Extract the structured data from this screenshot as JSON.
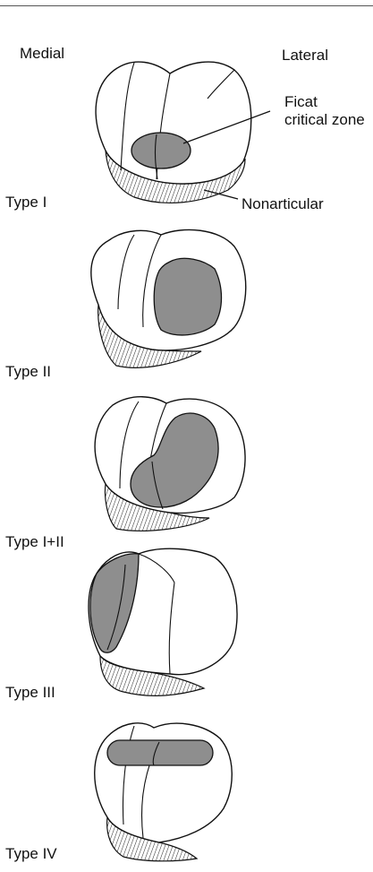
{
  "orientation": {
    "medial": "Medial",
    "lateral": "Lateral"
  },
  "callouts": {
    "ficat_line1": "Ficat",
    "ficat_line2": "critical zone",
    "nonarticular": "Nonarticular"
  },
  "types": [
    {
      "label": "Type I"
    },
    {
      "label": "Type II"
    },
    {
      "label": "Type I+II"
    },
    {
      "label": "Type III"
    },
    {
      "label": "Type IV"
    }
  ],
  "colors": {
    "lesion": "#8e8e8e",
    "line": "#111111"
  }
}
